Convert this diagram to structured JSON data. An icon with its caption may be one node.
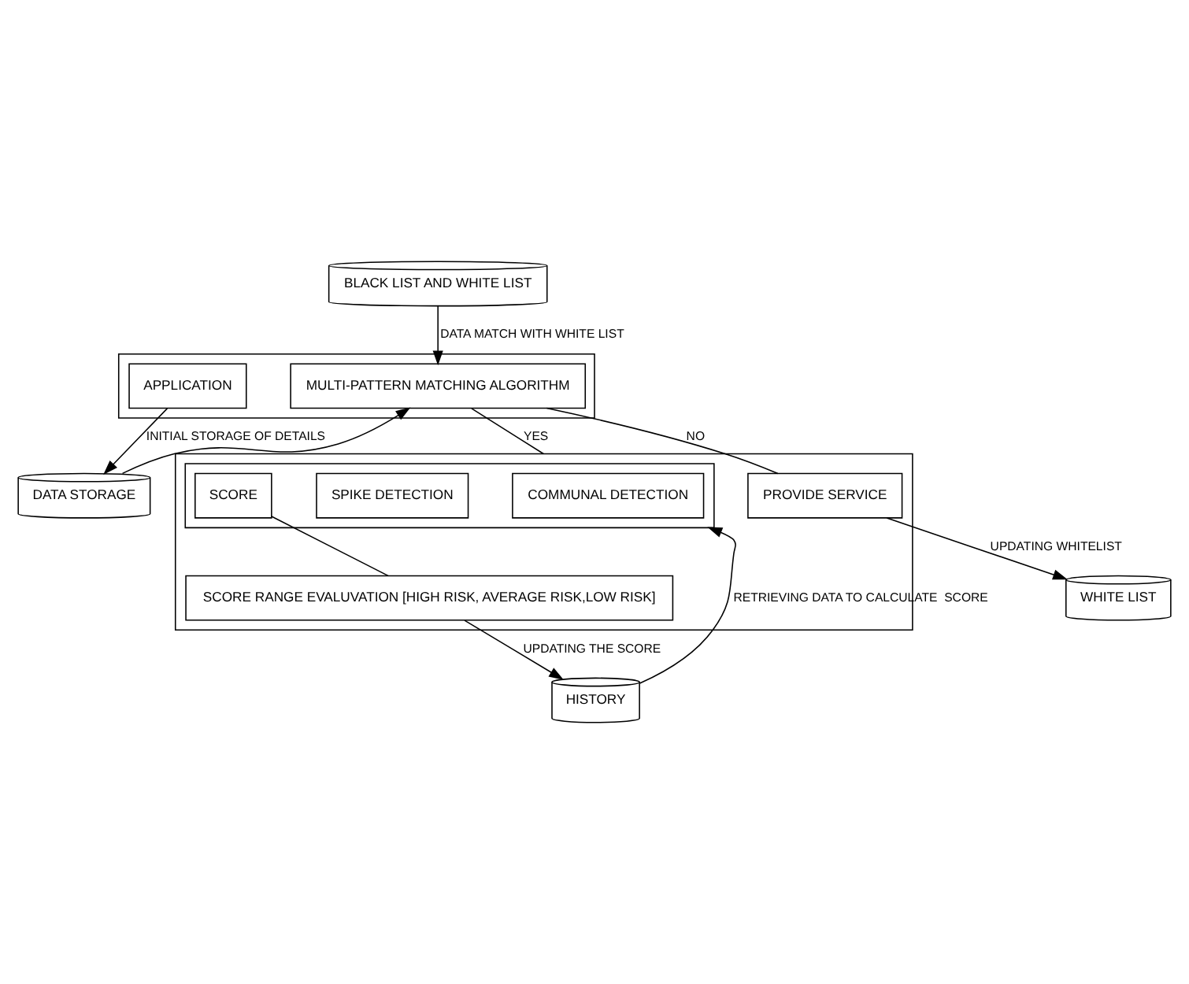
{
  "diagram": {
    "nodes": [
      {
        "text": [],
        "shape": "box"
      },
      {
        "text": [
          "APPLICATION"
        ],
        "in": 0
      },
      {
        "text": [
          "DATA STORAGE"
        ]
      },
      {
        "text": [
          "MULTI-PATTERN MATCHING ALGORITHM"
        ],
        "in": 0
      },
      {
        "text": [
          "BLACK LIST AND WHITE LIST"
        ]
      },
      {
        "text": [],
        "shape": "box"
      },
      {
        "text": [],
        "shape": "box",
        "in": 5
      },
      {
        "text": [
          "COMMUNAL DETECTION"
        ],
        "in": 6
      },
      {
        "text": [
          "PROVIDE SERVICE"
        ],
        "in": 5
      },
      {
        "text": [
          "WHITE LIST"
        ]
      },
      {
        "text": [
          "SPIKE DETECTION"
        ],
        "in": 6
      },
      {
        "text": [
          "SCORE"
        ],
        "in": 6
      },
      {
        "text": [
          "HISTORY"
        ]
      },
      {
        "text": [
          "SCORE RANGE EVALUVATION [HIGH RISK, AVERAGE RISK,LOW RISK]"
        ],
        "in": 5
      }
    ],
    "edges": [
      {
        "from": 1,
        "to": 2,
        "arrow": "to",
        "label": "INITIAL STORAGE OF DETAILS"
      },
      {
        "from": 2,
        "to": 3,
        "arrow": "to"
      },
      {
        "from": 4,
        "to": 3,
        "arrow": "to",
        "label": "DATA MATCH WITH WHITE LIST"
      },
      {
        "from": 3,
        "to": 5,
        "arrow": "none",
        "label": "YES"
      },
      {
        "from": 3,
        "to": 8,
        "arrow": "none",
        "label": "NO"
      },
      {
        "from": 8,
        "to": 9,
        "arrow": "to",
        "label": "UPDATING WHITELIST"
      },
      {
        "from": 12,
        "to": 6,
        "arrow": "to",
        "label": "RETRIEVING DATA TO CALCULATE  SCORE"
      },
      {
        "from": 11,
        "to": 13,
        "arrow": "none"
      },
      {
        "from": 13,
        "to": 12,
        "arrow": "to",
        "label": "UPDATING THE SCORE"
      }
    ]
  }
}
